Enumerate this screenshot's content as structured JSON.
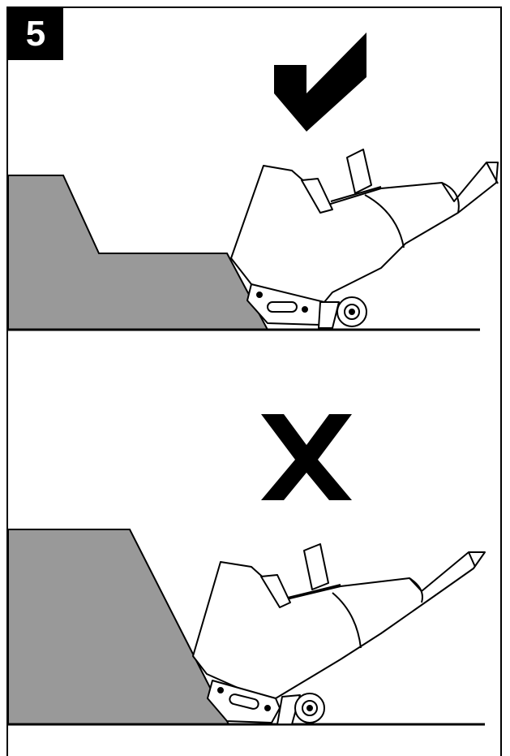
{
  "step": {
    "number": "5"
  },
  "panels": [
    {
      "verdict": "correct",
      "symbol": "check-mark-icon"
    },
    {
      "verdict": "incorrect",
      "symbol": "cross-mark-icon"
    }
  ],
  "colors": {
    "ink": "#000000",
    "surface": "#999999",
    "background": "#ffffff"
  }
}
